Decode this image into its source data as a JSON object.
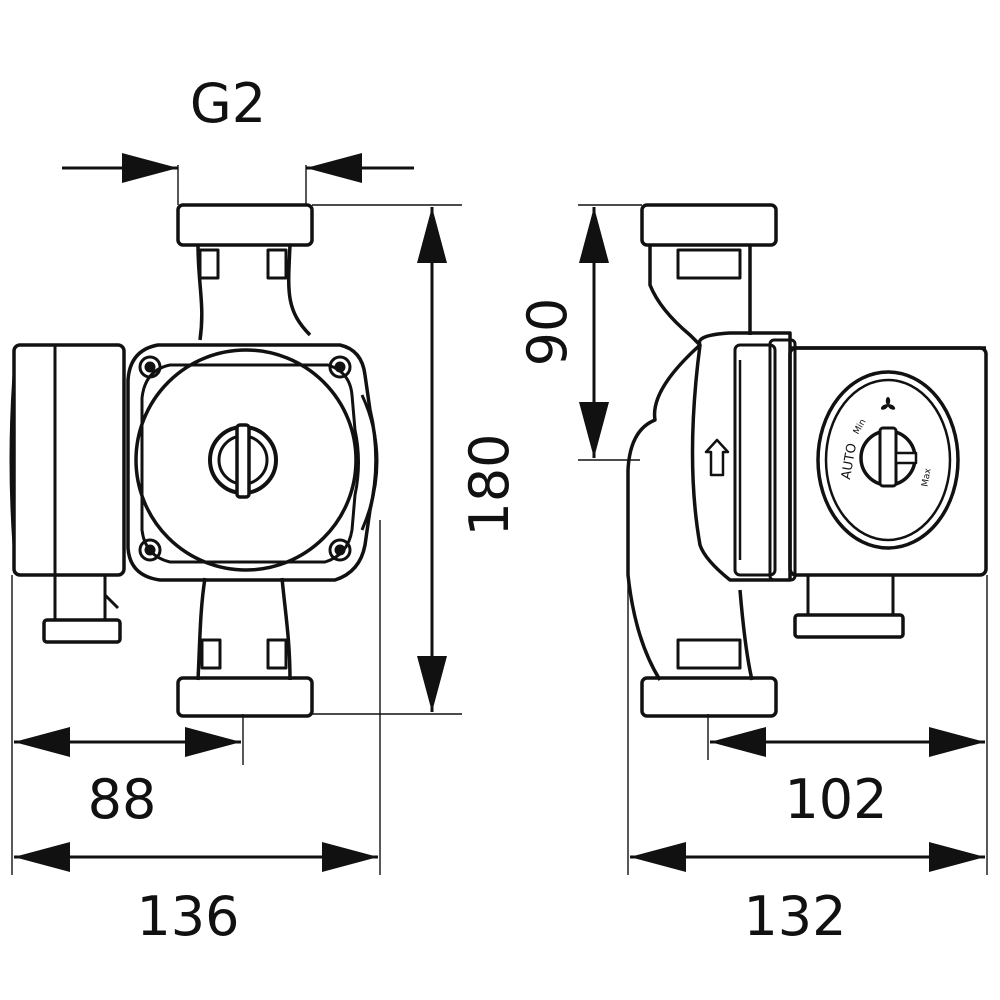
{
  "dimensions": {
    "connection": "G2",
    "height_total": "180",
    "height_half": "90",
    "front_left_offset": "88",
    "front_width": "136",
    "side_right_offset": "102",
    "side_width": "132"
  },
  "control_knob": {
    "auto_label": "AUTO",
    "min_label": "Min",
    "max_label": "Max",
    "fan_icon": "fan-icon"
  },
  "colors": {
    "line": "#111111",
    "background": "#ffffff"
  }
}
